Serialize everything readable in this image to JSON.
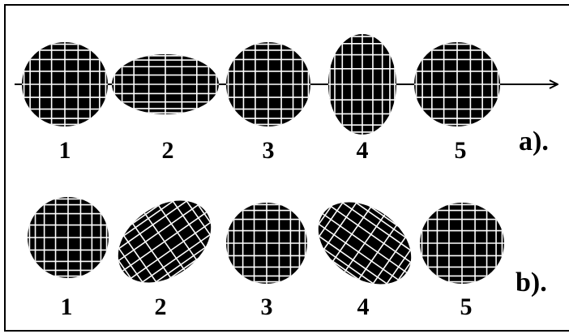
{
  "rows": [
    {
      "panel_label": "a).",
      "has_axis": true,
      "shapes": [
        {
          "label": "1",
          "form": "sphere",
          "tilt_deg": 0
        },
        {
          "label": "2",
          "form": "oblate",
          "tilt_deg": 0
        },
        {
          "label": "3",
          "form": "sphere",
          "tilt_deg": 0
        },
        {
          "label": "4",
          "form": "prolate",
          "tilt_deg": 0
        },
        {
          "label": "5",
          "form": "sphere",
          "tilt_deg": 0
        }
      ]
    },
    {
      "panel_label": "b).",
      "has_axis": false,
      "shapes": [
        {
          "label": "1",
          "form": "sphere",
          "tilt_deg": 0
        },
        {
          "label": "2",
          "form": "tilted ellipsoid",
          "tilt_deg": -35
        },
        {
          "label": "3",
          "form": "sphere",
          "tilt_deg": 0
        },
        {
          "label": "4",
          "form": "tilted ellipsoid",
          "tilt_deg": 35
        },
        {
          "label": "5",
          "form": "sphere",
          "tilt_deg": 0
        }
      ]
    }
  ],
  "colors": {
    "shape_fill": "#000000",
    "grid_lines": "#ffffff",
    "axis": "#000000",
    "border": "#000000"
  }
}
